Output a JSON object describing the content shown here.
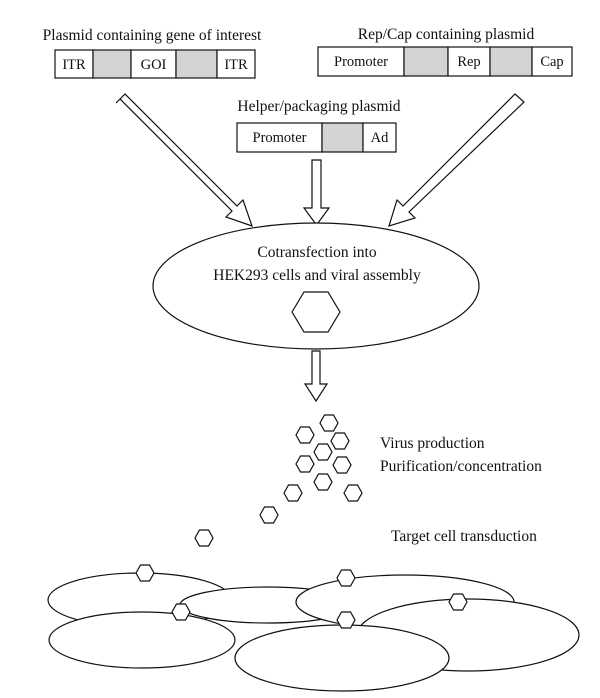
{
  "plasmid_goi": {
    "title": "Plasmid containing gene of interest",
    "segments": [
      "ITR",
      "",
      "GOI",
      "",
      "ITR"
    ]
  },
  "plasmid_repcap": {
    "title": "Rep/Cap  containing plasmid",
    "segments": [
      "Promoter",
      "",
      "Rep",
      "",
      "Cap"
    ]
  },
  "plasmid_helper": {
    "title": "Helper/packaging plasmid",
    "segments": [
      "Promoter",
      "",
      "Ad"
    ]
  },
  "cotransfection": {
    "line1": "Cotransfection into",
    "line2": "HEK293 cells and viral assembly"
  },
  "virus": {
    "line1": "Virus production",
    "line2": "Purification/concentration"
  },
  "transduction": {
    "label": "Target cell transduction"
  },
  "colors": {
    "segment_fill": "#d3d3d3",
    "stroke": "#111111"
  }
}
